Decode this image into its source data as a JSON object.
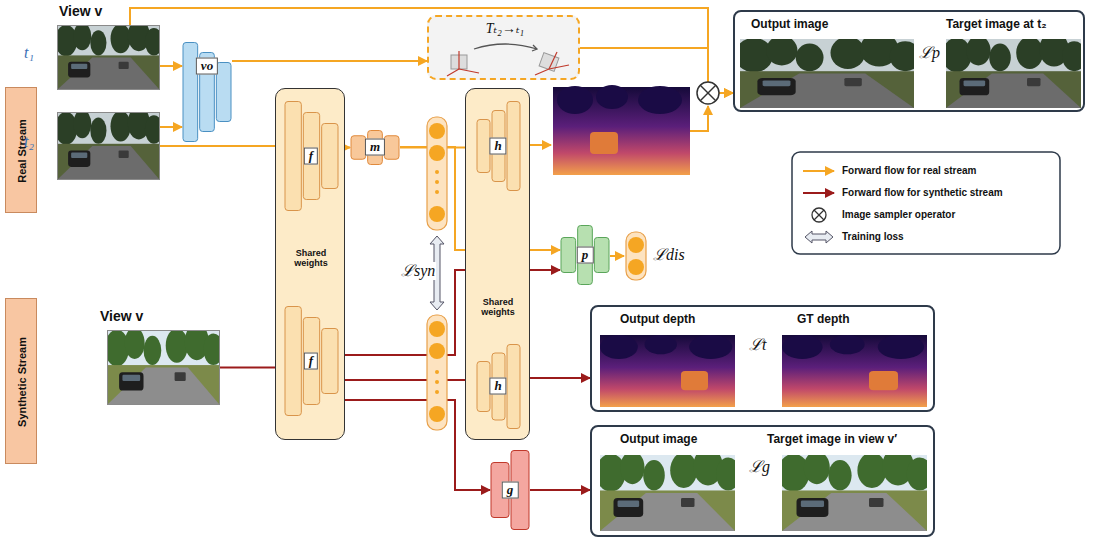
{
  "diagram": {
    "nodes": [
      {
        "text": [
          "Real Stream"
        ]
      },
      {
        "text": [
          "View v",
          "t₁"
        ]
      },
      {
        "text": [
          "t₂"
        ]
      },
      {
        "text": [
          "vo"
        ]
      },
      {
        "text": [
          "Tₜ₂→ₜ₁"
        ]
      },
      {
        "text": [
          "Shared weights"
        ]
      },
      {
        "text": [
          "f"
        ],
        "in": 5
      },
      {
        "text": [
          "f"
        ],
        "in": 5
      },
      {
        "text": [
          "m"
        ]
      },
      {
        "text": [
          "Shared weights"
        ]
      },
      {
        "text": [
          "h"
        ],
        "in": 9
      },
      {
        "text": [
          "h"
        ],
        "in": 9
      },
      {
        "text": [
          "p"
        ]
      },
      {
        "text": [
          "Output image",
          "Target image at t₂"
        ]
      },
      {
        "text": [
          "Synthetic Stream"
        ]
      },
      {
        "text": [
          "View v"
        ]
      },
      {
        "text": [
          "Output depth",
          "GT depth"
        ]
      },
      {
        "text": [
          "g"
        ]
      },
      {
        "text": [
          "Output image",
          "Target image in view v′"
        ]
      }
    ],
    "edges": [
      {
        "from": 1,
        "to": 3,
        "arrow": "to"
      },
      {
        "from": 2,
        "to": 3,
        "arrow": "to"
      },
      {
        "from": 3,
        "to": 4,
        "arrow": "to"
      },
      {
        "from": 4,
        "to": 13,
        "arrow": "to"
      },
      {
        "from": 1,
        "to": 13,
        "arrow": "to"
      },
      {
        "from": 2,
        "to": 6,
        "arrow": "to"
      },
      {
        "from": 6,
        "to": 8,
        "arrow": "to"
      },
      {
        "from": 8,
        "to": 10,
        "arrow": "to"
      },
      {
        "from": 8,
        "to": 12,
        "arrow": "to"
      },
      {
        "from": 15,
        "to": 7,
        "arrow": "to"
      },
      {
        "from": 7,
        "to": 11,
        "arrow": "to"
      },
      {
        "from": 7,
        "to": 12,
        "arrow": "to"
      },
      {
        "from": 7,
        "to": 17,
        "arrow": "to"
      },
      {
        "from": 11,
        "to": 16,
        "arrow": "to"
      },
      {
        "from": 17,
        "to": 18,
        "arrow": "to"
      }
    ],
    "labels": [
      "ℒsyn",
      "ℒdis",
      "ℒp",
      "ℒt",
      "ℒg"
    ],
    "legend": [
      {
        "text": "Forward flow for real stream"
      },
      {
        "text": "Forward flow for synthetic stream"
      },
      {
        "text": "Image sampler operator"
      },
      {
        "text": "Training loss"
      }
    ]
  }
}
